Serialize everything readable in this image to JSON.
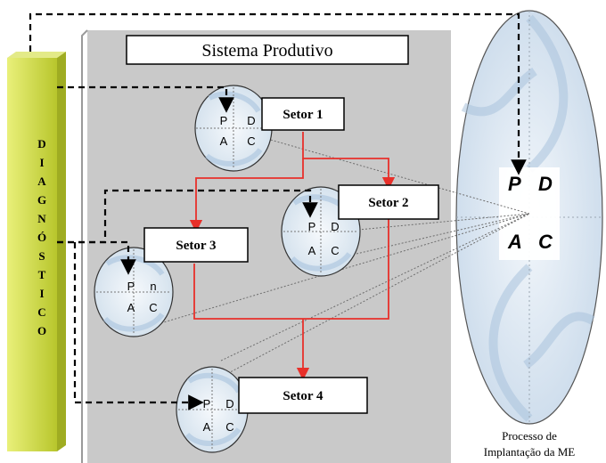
{
  "title": "Sistema Produtivo",
  "diagnostico_letters": [
    "D",
    "I",
    "A",
    "G",
    "N",
    "Ó",
    "S",
    "T",
    "I",
    "C",
    "O"
  ],
  "sectors": [
    {
      "label": "Setor 1",
      "pdca": [
        "P",
        "D",
        "A",
        "C"
      ]
    },
    {
      "label": "Setor 2",
      "pdca": [
        "P",
        "D",
        "A",
        "C"
      ]
    },
    {
      "label": "Setor 3",
      "pdca": [
        "P",
        "n",
        "A",
        "C"
      ]
    },
    {
      "label": "Setor 4",
      "pdca": [
        "P",
        "D",
        "A",
        "C"
      ]
    }
  ],
  "main_pdca": [
    "P",
    "D",
    "A",
    "C"
  ],
  "caption_line1": "Processo de",
  "caption_line2": "Implantação da ME",
  "colors": {
    "gray_panel": "#c9c9c9",
    "green_bar": "#cfdc4a",
    "flow_red": "#e8302a",
    "circle_fill": "#e6eef6",
    "swirl": "#a9c3dd"
  }
}
